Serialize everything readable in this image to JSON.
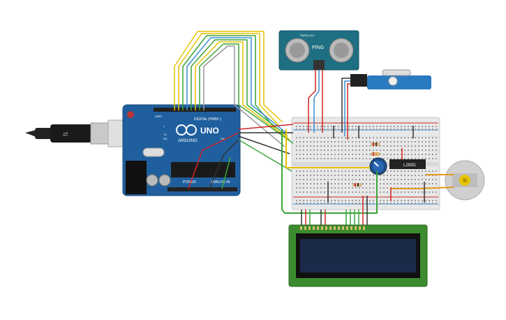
{
  "arduino": {
    "brand": "ARDUINO",
    "model": "UNO",
    "digital_label": "DIGITAL (PWM~)",
    "analog_label": "ANALOG IN",
    "power_label": "POWER",
    "tx_label": "TX",
    "rx_label": "RX",
    "l_label": "L",
    "on_label": "ON",
    "aref_label": "AREF"
  },
  "ping": {
    "label": "PING",
    "top_text": "PARALLAX"
  },
  "lcd": {
    "pin_count": 16
  },
  "driver_chip": {
    "label": "L293D"
  },
  "colors": {
    "board_blue": "#1f5f9e",
    "breadboard": "#e8e8e8",
    "lcd_green": "#3d8b2f",
    "lcd_screen": "#1c2a4a",
    "ping_teal": "#1f6f82",
    "servo_blue": "#2a7ac0",
    "wire_yellow": "#e6c200",
    "wire_green": "#3aa43a",
    "wire_red": "#d22525",
    "wire_blue": "#3b8fd4",
    "wire_black": "#333333",
    "wire_orange": "#e39b1c"
  }
}
